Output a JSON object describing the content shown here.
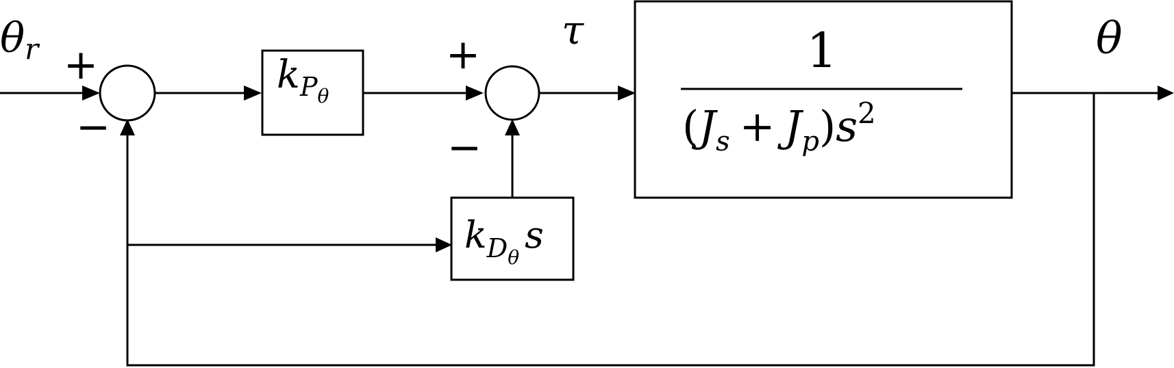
{
  "signals": {
    "reference": {
      "main": "θ",
      "sub": "r"
    },
    "torque": "τ",
    "output": "θ"
  },
  "summing_junctions": {
    "outer": {
      "plus": "+",
      "minus": "−"
    },
    "inner": {
      "plus": "+",
      "minus": "−"
    }
  },
  "blocks": {
    "proportional_gain": {
      "k": "k",
      "sub": "P",
      "subsub": "θ"
    },
    "derivative_gain": {
      "k": "k",
      "sub": "D",
      "subsub": "θ",
      "suffix": "s"
    },
    "plant": {
      "numerator": "1",
      "denominator": {
        "open": "(",
        "j1": "J",
        "j1_sub": "s",
        "plus": "+",
        "j2": "J",
        "j2_sub": "p",
        "close": ")",
        "s": "s",
        "exp": "2"
      }
    }
  }
}
